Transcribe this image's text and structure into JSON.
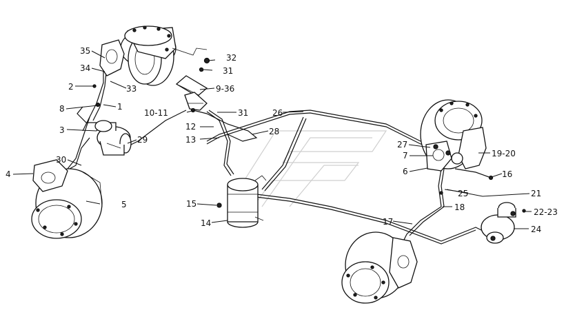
{
  "labels": {
    "l35": "35",
    "l34": "34",
    "l33": "33",
    "l32": "32",
    "l31a": "31",
    "l2": "2",
    "l9_36": "9-36",
    "l8": "8",
    "l1": "1",
    "l10_11": "10-11",
    "l31b": "31",
    "l26": "26",
    "l12": "12",
    "l28": "28",
    "l3": "3",
    "l29": "29",
    "l13": "13",
    "l27": "27",
    "l7": "7",
    "l19_20": "19-20",
    "l30": "30",
    "l4": "4",
    "l6": "6",
    "l16": "16",
    "l5": "5",
    "l15": "15",
    "l21": "21",
    "l25": "25",
    "l22_23": "22-23",
    "l18": "18",
    "l14": "14",
    "l17": "17",
    "l24": "24"
  }
}
